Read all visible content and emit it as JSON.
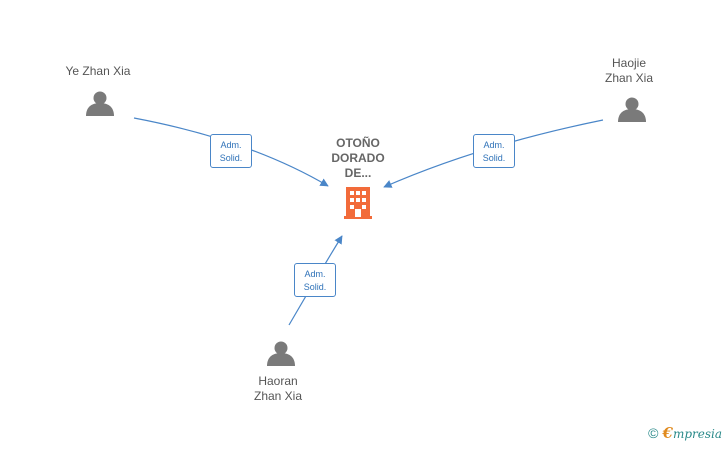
{
  "company": {
    "name_lines": [
      "OTOÑO",
      "DORADO",
      "DE..."
    ],
    "icon": "building-icon",
    "color": "#f26b3a"
  },
  "people": [
    {
      "id": "ye-zhan-xia",
      "name_lines": [
        "Ye Zhan Xia"
      ],
      "icon": "person-icon",
      "role_lines": [
        "Adm.",
        "Solid."
      ]
    },
    {
      "id": "haojie-zhan-xia",
      "name_lines": [
        "Haojie",
        "Zhan Xia"
      ],
      "icon": "person-icon",
      "role_lines": [
        "Adm.",
        "Solid."
      ]
    },
    {
      "id": "haoran-zhan-xia",
      "name_lines": [
        "Haoran",
        "Zhan Xia"
      ],
      "icon": "person-icon",
      "role_lines": [
        "Adm.",
        "Solid."
      ]
    }
  ],
  "colors": {
    "edge": "#4a86c8",
    "person": "#7a7a7a"
  },
  "brand": {
    "copyright": "©",
    "initial": "€",
    "name": "mpresia",
    "icon": "copyright-icon"
  }
}
